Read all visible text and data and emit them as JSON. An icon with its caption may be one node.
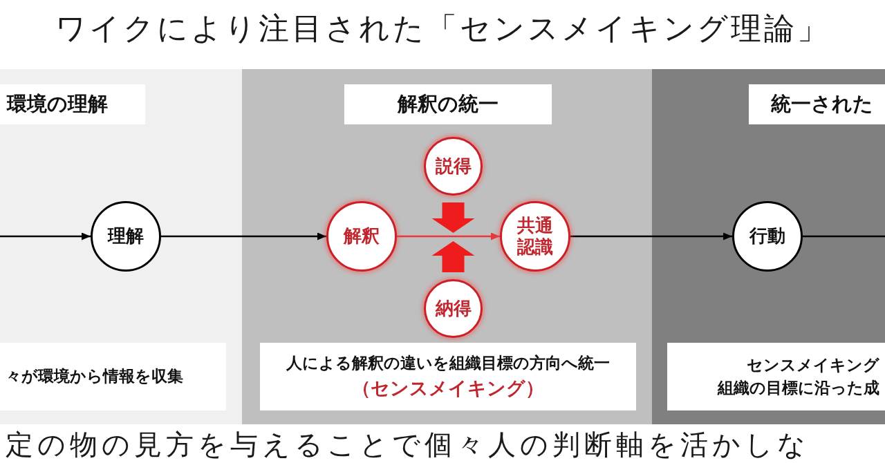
{
  "diagram": {
    "title": "ワイクにより注目された「センスメイキング理論」",
    "nodes": [
      {
        "text": [],
        "shape": "box"
      },
      {
        "text": [
          "環境の理解"
        ],
        "in": 0
      },
      {
        "text": [
          "理解"
        ],
        "in": 0
      },
      {
        "text": [
          "々が環境から情報を収集"
        ],
        "in": 0
      },
      {
        "text": [],
        "shape": "box"
      },
      {
        "text": [
          "解釈の統一"
        ],
        "in": 4
      },
      {
        "text": [
          "説得"
        ],
        "in": 4
      },
      {
        "text": [
          "解釈"
        ],
        "in": 4
      },
      {
        "text": [
          "共通認識"
        ],
        "in": 4
      },
      {
        "text": [
          "納得"
        ],
        "in": 4
      },
      {
        "text": [
          "人による解釈の違いを組織目標の方向へ統一",
          "（センスメイキング）"
        ],
        "in": 4
      },
      {
        "text": [],
        "shape": "box"
      },
      {
        "text": [
          "統一された"
        ],
        "in": 11
      },
      {
        "text": [
          "行動"
        ],
        "in": 11
      },
      {
        "text": [
          "センスメイキング",
          "組織の目標に沿った成"
        ],
        "in": 11
      }
    ],
    "edges": [
      {
        "from": null,
        "to": 2,
        "arrow": "to"
      },
      {
        "from": 2,
        "to": 7,
        "arrow": "to"
      },
      {
        "from": 7,
        "to": 8,
        "arrow": "to",
        "color": "#e8383d"
      },
      {
        "from": 8,
        "to": 13,
        "arrow": "to"
      },
      {
        "from": 13,
        "to": null,
        "arrow": "none"
      },
      {
        "from": 6,
        "to": null,
        "arrow": "to",
        "style": "thick",
        "color": "#ee1c1c"
      },
      {
        "from": 9,
        "to": null,
        "arrow": "to",
        "style": "thick",
        "color": "#ee1c1c"
      }
    ],
    "labels": [
      "定の物の見方を与えることで個々人の判断軸を活かしな"
    ]
  }
}
